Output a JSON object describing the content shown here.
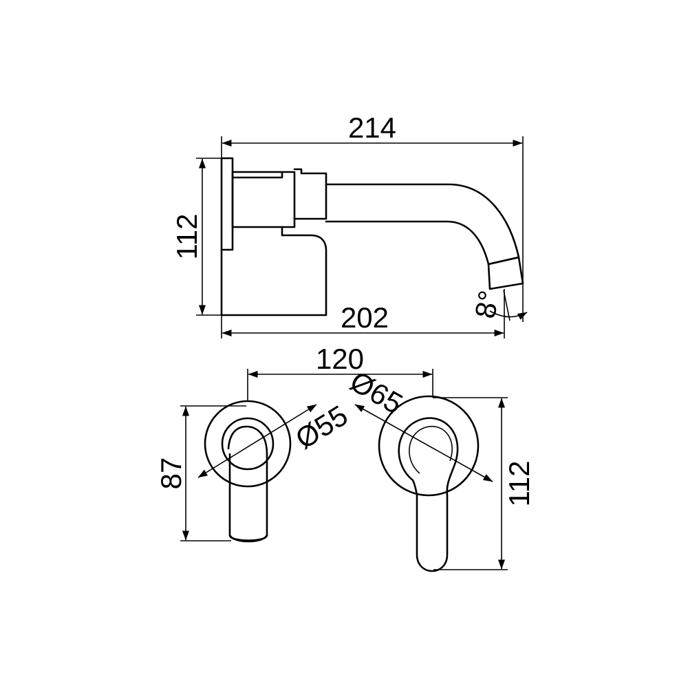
{
  "dimensions": {
    "overall_length": "214",
    "base_length": "202",
    "side_height": "112",
    "spout_angle": "8°",
    "centre_distance": "120",
    "spout_plate_diameter": "Ø55",
    "handle_plate_diameter": "Ø65",
    "spout_plate_height": "87",
    "handle_plate_height": "112"
  },
  "colors": {
    "line": "#000000",
    "background": "#ffffff"
  }
}
